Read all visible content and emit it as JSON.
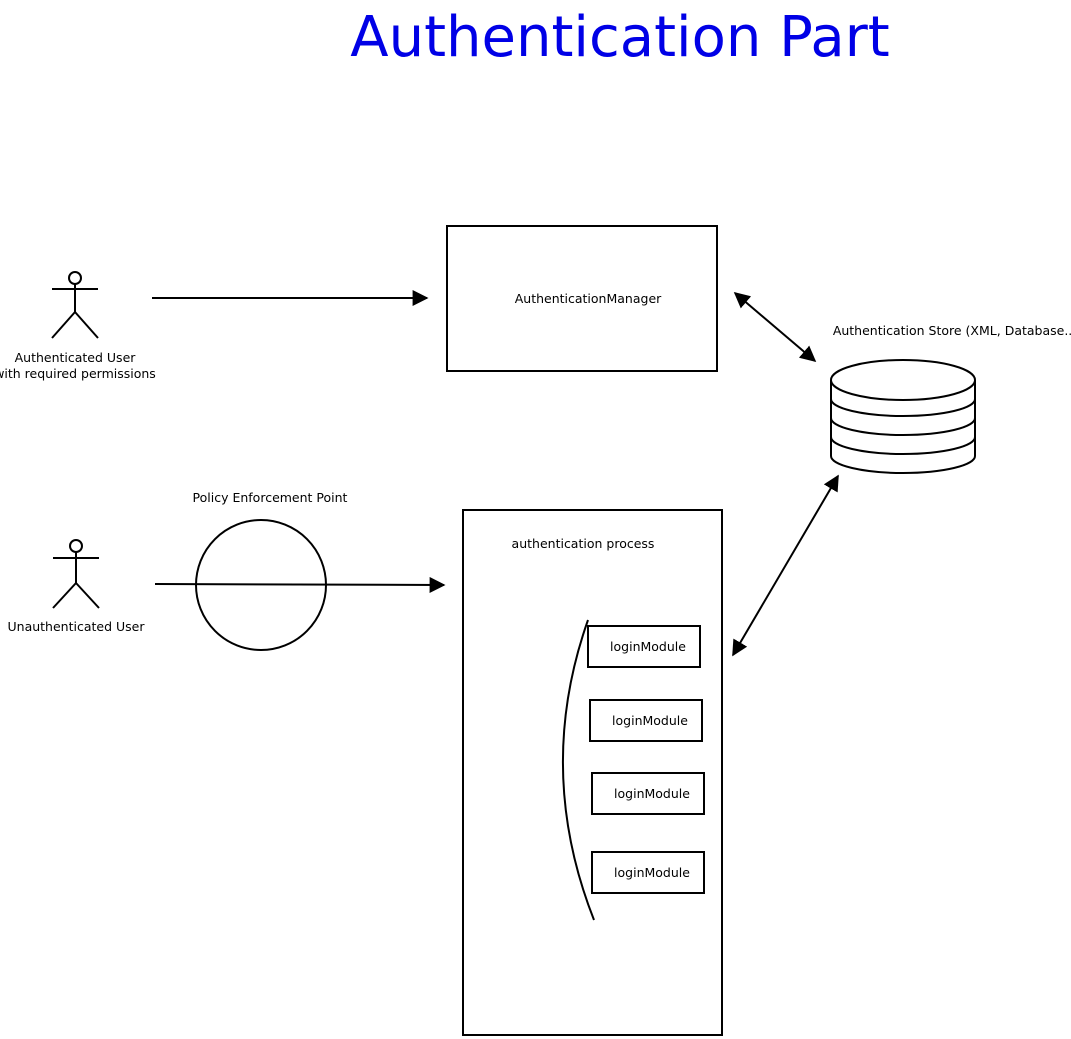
{
  "title": "Authentication Part",
  "colors": {
    "title": "#0000e6",
    "stroke": "#000000",
    "background": "#ffffff"
  },
  "actors": {
    "authenticated": {
      "line1": "Authenticated User",
      "line2": "with required permissions",
      "icon": "stick-figure"
    },
    "unauthenticated": {
      "line1": "Unauthenticated User",
      "icon": "stick-figure"
    }
  },
  "pep": {
    "label": "Policy Enforcement Point"
  },
  "manager": {
    "label": "AuthenticationManager"
  },
  "store": {
    "label": "Authentication Store (XML, Database..)",
    "icon": "database-cylinder"
  },
  "process": {
    "label": "authentication process",
    "modules": [
      "loginModule",
      "loginModule",
      "loginModule",
      "loginModule"
    ]
  }
}
